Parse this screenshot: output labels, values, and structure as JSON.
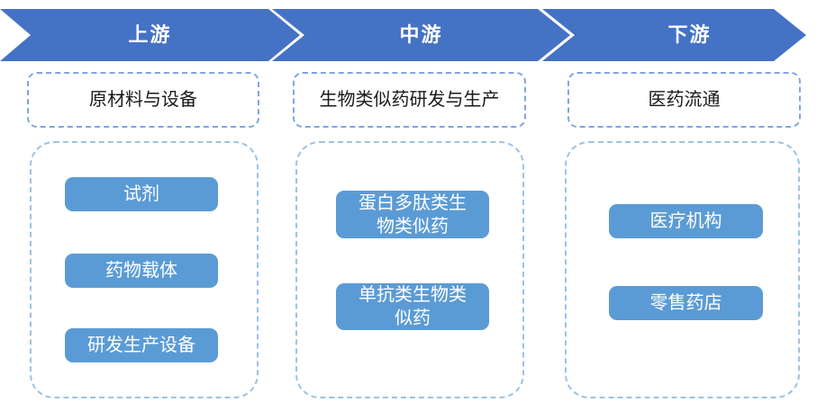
{
  "diagram": {
    "type": "industry-chain-flow",
    "colors": {
      "background": "#ffffff",
      "arrow_fill": "#4472C4",
      "arrow_text": "#ffffff",
      "button_fill": "#5B9BD5",
      "button_text": "#ffffff",
      "category_border": "#7EA6E0",
      "category_text": "#1a1a1a",
      "container_border": "#9CC3E6"
    },
    "stages": [
      {
        "arrow_label": "上游",
        "category": "原材料与设备",
        "items": [
          "试剂",
          "药物载体",
          "研发生产设备"
        ]
      },
      {
        "arrow_label": "中游",
        "category": "生物类似药研发与生产",
        "items": [
          "蛋白多肽类生物类似药",
          "单抗类生物类似药"
        ]
      },
      {
        "arrow_label": "下游",
        "category": "医药流通",
        "items": [
          "医疗机构",
          "零售药店"
        ]
      }
    ]
  }
}
